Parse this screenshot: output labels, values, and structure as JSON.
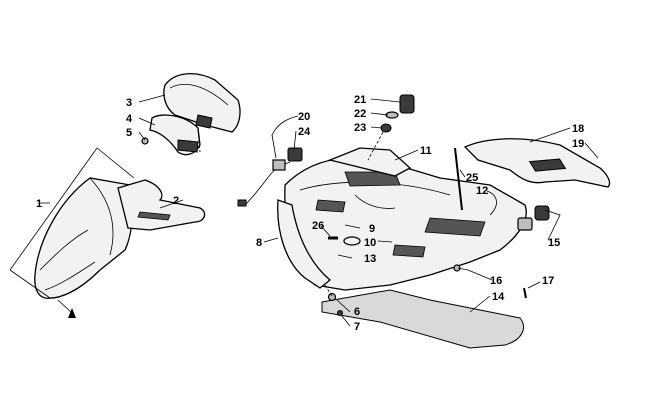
{
  "diagram": {
    "callouts": [
      {
        "id": "c1",
        "text": "1"
      },
      {
        "id": "c2",
        "text": "2"
      },
      {
        "id": "c3",
        "text": "3"
      },
      {
        "id": "c4",
        "text": "4"
      },
      {
        "id": "c5",
        "text": "5"
      },
      {
        "id": "c6",
        "text": "6"
      },
      {
        "id": "c7",
        "text": "7"
      },
      {
        "id": "c8",
        "text": "8"
      },
      {
        "id": "c9",
        "text": "9"
      },
      {
        "id": "c10",
        "text": "10"
      },
      {
        "id": "c11",
        "text": "11"
      },
      {
        "id": "c12",
        "text": "12"
      },
      {
        "id": "c13",
        "text": "13"
      },
      {
        "id": "c14",
        "text": "14"
      },
      {
        "id": "c15",
        "text": "15"
      },
      {
        "id": "c16",
        "text": "16"
      },
      {
        "id": "c17",
        "text": "17"
      },
      {
        "id": "c18",
        "text": "18"
      },
      {
        "id": "c19",
        "text": "19"
      },
      {
        "id": "c20",
        "text": "20"
      },
      {
        "id": "c21",
        "text": "21"
      },
      {
        "id": "c22",
        "text": "22"
      },
      {
        "id": "c23",
        "text": "23"
      },
      {
        "id": "c24",
        "text": "24"
      },
      {
        "id": "c25",
        "text": "25"
      },
      {
        "id": "c26",
        "text": "26"
      }
    ]
  }
}
